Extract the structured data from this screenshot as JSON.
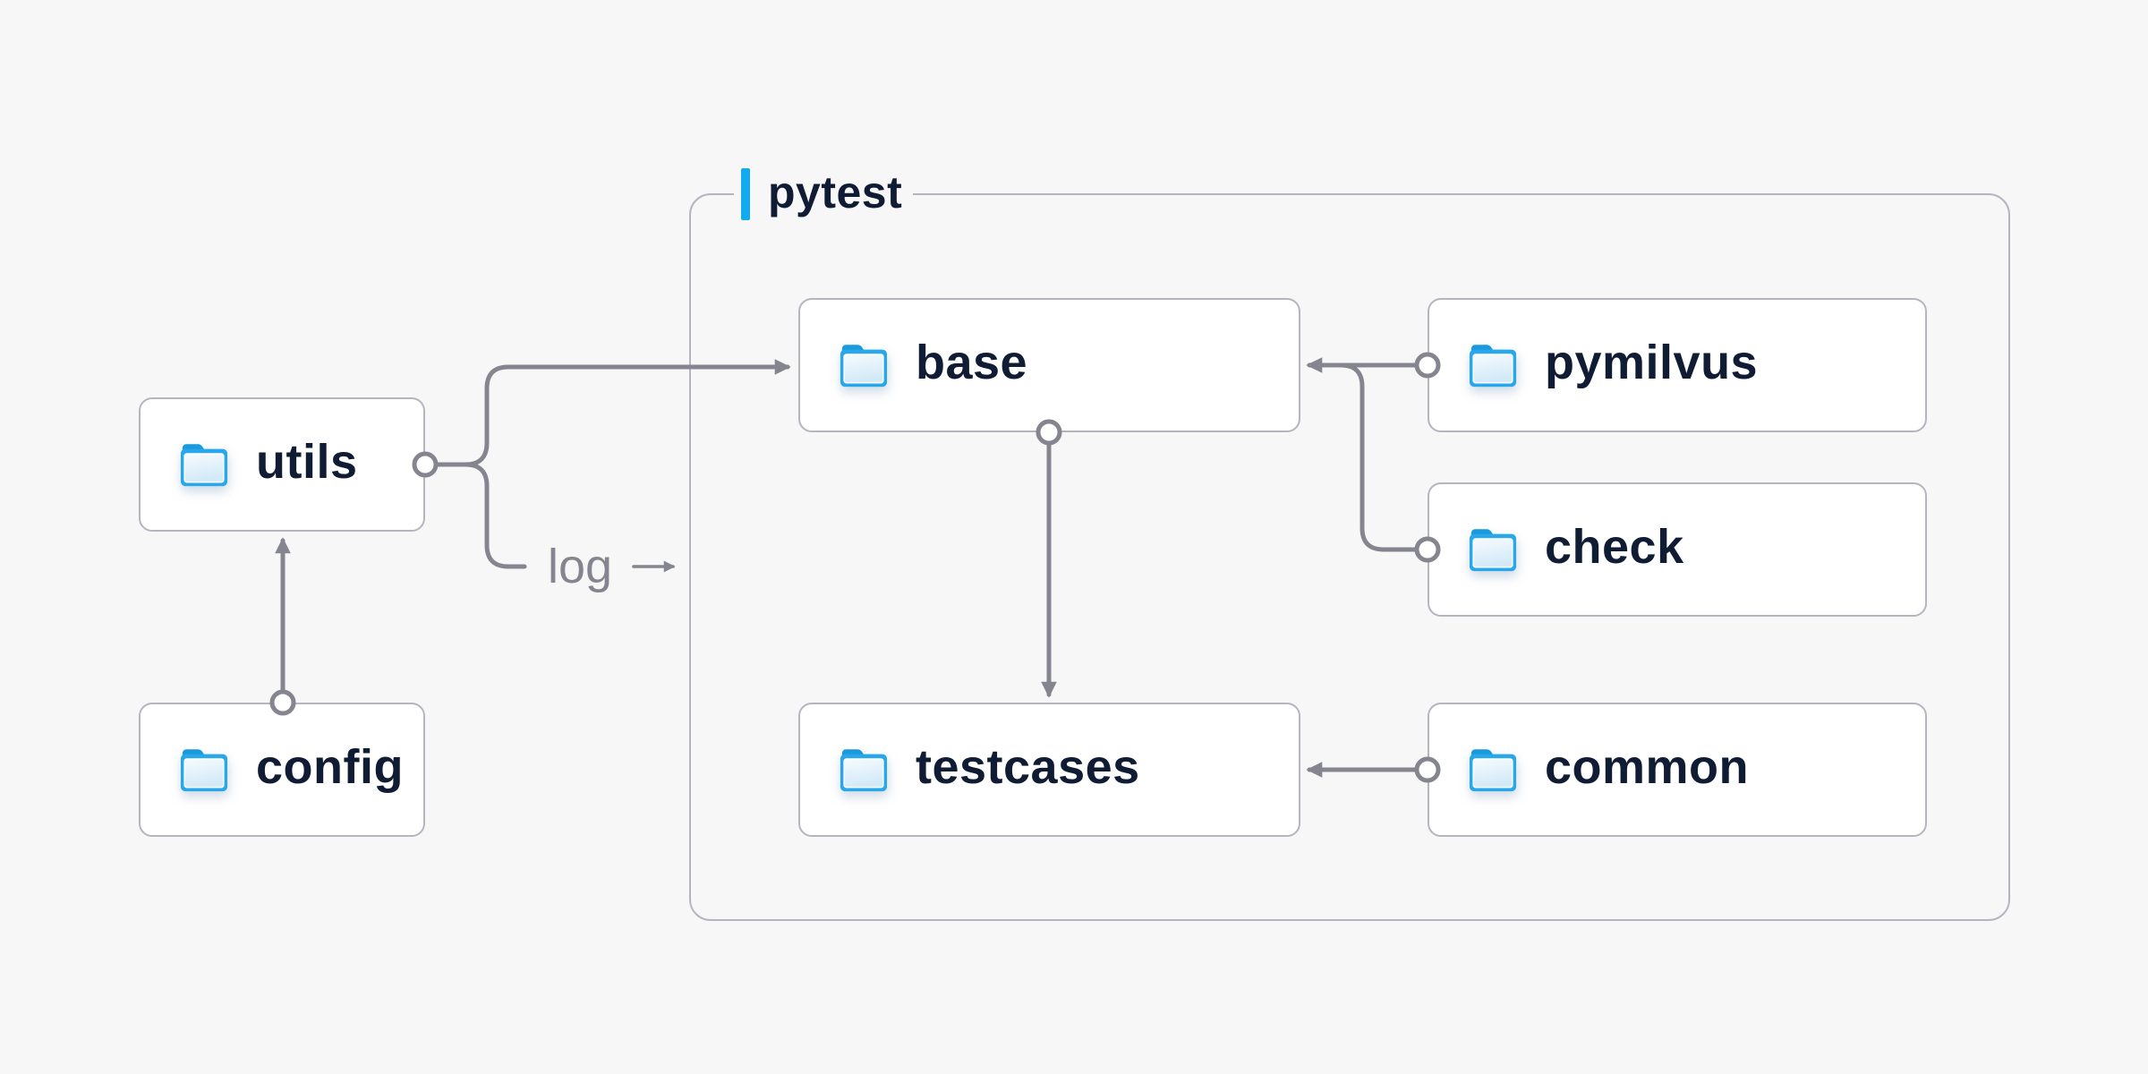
{
  "colors": {
    "background": "#f7f7f8",
    "node_fill": "#ffffff",
    "border": "#b5b5c0",
    "connector": "#85858f",
    "text": "#101c33",
    "accent_blue": "#14aaf0",
    "folder_blue": "#28a7eb"
  },
  "container": {
    "label": "pytest"
  },
  "nodes": {
    "utils": {
      "label": "utils",
      "icon": "folder-icon"
    },
    "config": {
      "label": "config",
      "icon": "folder-icon"
    },
    "base": {
      "label": "base",
      "icon": "folder-icon"
    },
    "pymilvus": {
      "label": "pymilvus",
      "icon": "folder-icon"
    },
    "check": {
      "label": "check",
      "icon": "folder-icon"
    },
    "testcases": {
      "label": "testcases",
      "icon": "folder-icon"
    },
    "common": {
      "label": "common",
      "icon": "folder-icon"
    }
  },
  "edges": [
    {
      "from": "config",
      "to": "utils"
    },
    {
      "from": "utils",
      "to": "base"
    },
    {
      "from": "utils",
      "to": "pytest-container",
      "label": "log"
    },
    {
      "from": "base",
      "to": "testcases"
    },
    {
      "from": "pymilvus",
      "to": "base"
    },
    {
      "from": "check",
      "to": "base"
    },
    {
      "from": "common",
      "to": "testcases"
    }
  ]
}
